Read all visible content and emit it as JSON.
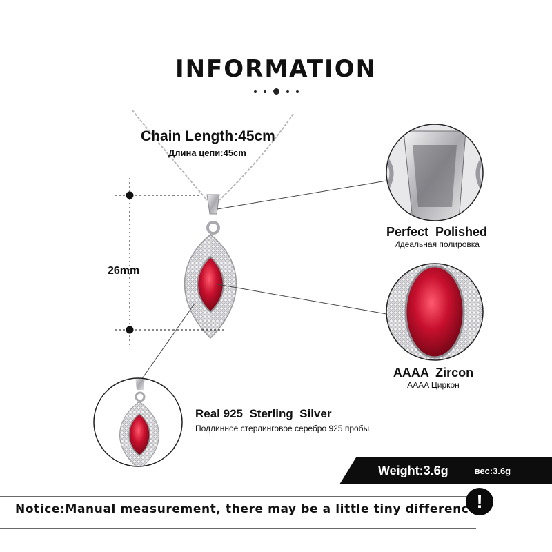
{
  "header": {
    "title": "INFORMATION"
  },
  "chain": {
    "label_en": "Chain Length:45cm",
    "label_ru": "Длина цепи:45cm"
  },
  "pendant_size": {
    "label": "26mm"
  },
  "features": {
    "polished": {
      "label_en": "Perfect  Polished",
      "label_ru": "Идеальная полировка"
    },
    "zircon": {
      "label_en": "AAAA  Zircon",
      "label_ru": "AAAA Циркон"
    },
    "silver": {
      "label_en": "Real 925  Sterling  Silver",
      "label_ru": "Подлинное стерлинговое серебро 925 пробы"
    }
  },
  "weight": {
    "label_en": "Weight:3.6g",
    "label_ru": "вес:3.6g"
  },
  "notice": {
    "text": "Notice:Manual measurement, there may be a little tiny difference.",
    "icon": "exclamation-icon"
  },
  "colors": {
    "ruby": "#b5122a",
    "silver": "#c9c9cc",
    "black": "#0d0d0d"
  }
}
